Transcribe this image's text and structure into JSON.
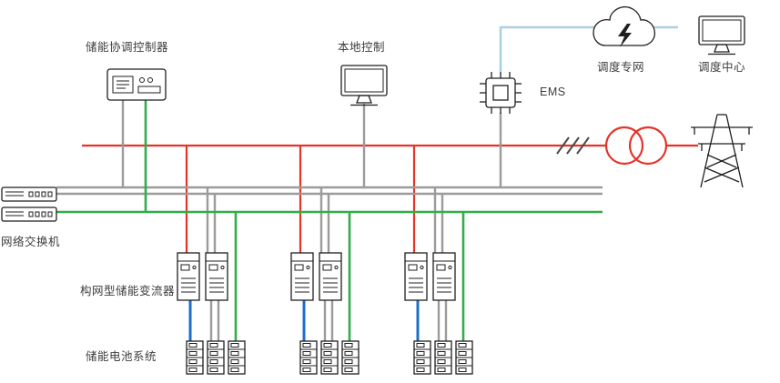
{
  "colors": {
    "power-red": "#e63327",
    "comm-gray": "#9b9b9b",
    "ring-green": "#2fae49",
    "dc-blue": "#1d6ecb",
    "dispatch-blue": "#abd0de",
    "icon-black": "#1f1f1f"
  },
  "nodes": {
    "coordinator": {
      "label": "储能协调控制器",
      "icon": "controller-icon"
    },
    "local_control": {
      "label": "本地控制",
      "icon": "monitor-icon"
    },
    "ems": {
      "label": "EMS",
      "icon": "chip-icon"
    },
    "dispatch_network": {
      "label": "调度专网",
      "icon": "cloud-icon"
    },
    "dispatch_center": {
      "label": "调度中心",
      "icon": "monitor-icon"
    },
    "network_switch": {
      "label": "网络交换机",
      "icon": "switch-icon",
      "count": 2
    },
    "converters": {
      "label": "构网型储能变流器",
      "icon": "converter-cabinet-icon",
      "count": 6
    },
    "batteries": {
      "label": "储能电池系统",
      "icon": "battery-rack-icon",
      "count": 9
    },
    "grid_connection": {
      "icon": "transmission-tower-icon"
    },
    "transformer": {
      "icon": "transformer-icon"
    },
    "line_break": {
      "icon": "slash-marks-icon"
    }
  }
}
